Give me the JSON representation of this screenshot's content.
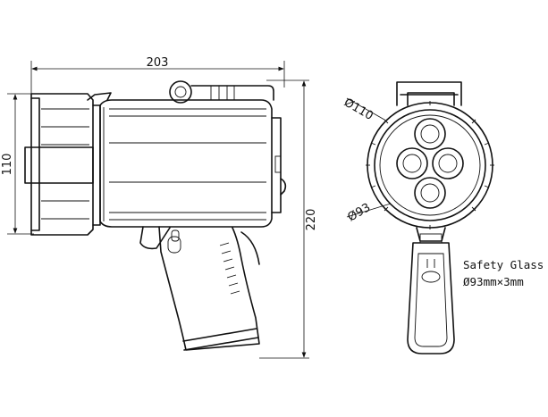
{
  "dimensions": {
    "overall_length": "203",
    "head_height": "110",
    "overall_height": "220",
    "outer_diameter": "Ø110",
    "glass_diameter": "Ø93"
  },
  "notes": {
    "glass_title": "Safety Glass",
    "glass_spec": "Ø93mm×3mm"
  },
  "colors": {
    "line": "#111111",
    "background": "#ffffff"
  }
}
